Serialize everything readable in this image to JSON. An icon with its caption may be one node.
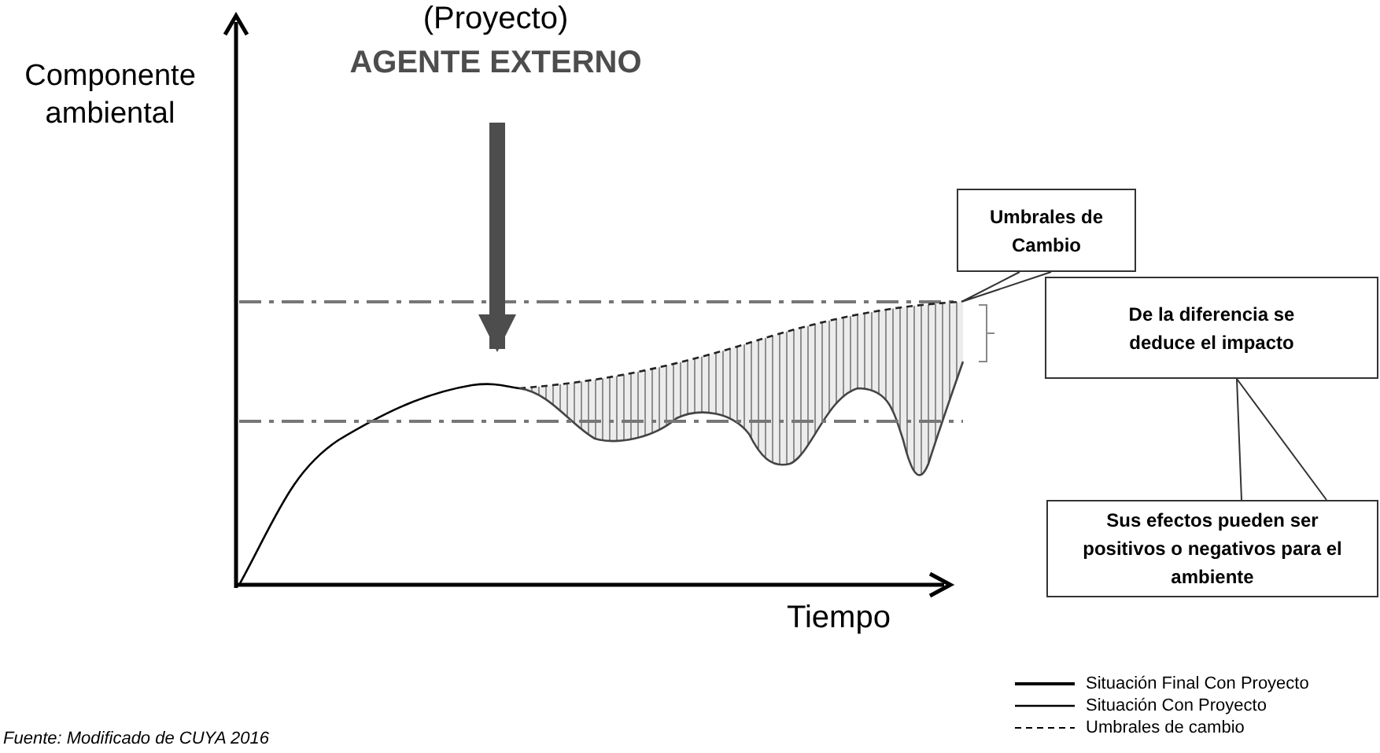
{
  "diagram": {
    "caption": "Fuente: Modificado de CUYA 2016",
    "nodes": [
      {
        "text": [
          "Umbrales de Cambio"
        ]
      },
      {
        "text": [
          "De la diferencia se deduce el impacto"
        ]
      },
      {
        "text": [
          "Sus efectos pueden ser positivos o negativos para el ambiente"
        ]
      },
      {
        "text": [
          "(Proyecto)",
          "AGENTE EXTERNO"
        ]
      },
      {
        "text": [],
        "shape": "line"
      },
      {
        "text": [],
        "shape": "curve"
      }
    ],
    "edges": [
      {
        "from": 0,
        "to": 4,
        "arrow": "none"
      },
      {
        "from": 2,
        "to": 1,
        "arrow": "none"
      },
      {
        "from": 3,
        "to": 5,
        "arrow": "to",
        "style": "thick",
        "color": "#4d4d4d"
      }
    ],
    "labels": [
      "Componente ambiental",
      "Tiempo"
    ],
    "legend": [
      {
        "text": "Situación Final Con Proyecto"
      },
      {
        "text": "Situación Con Proyecto"
      },
      {
        "text": "Umbrales de cambio"
      }
    ]
  }
}
